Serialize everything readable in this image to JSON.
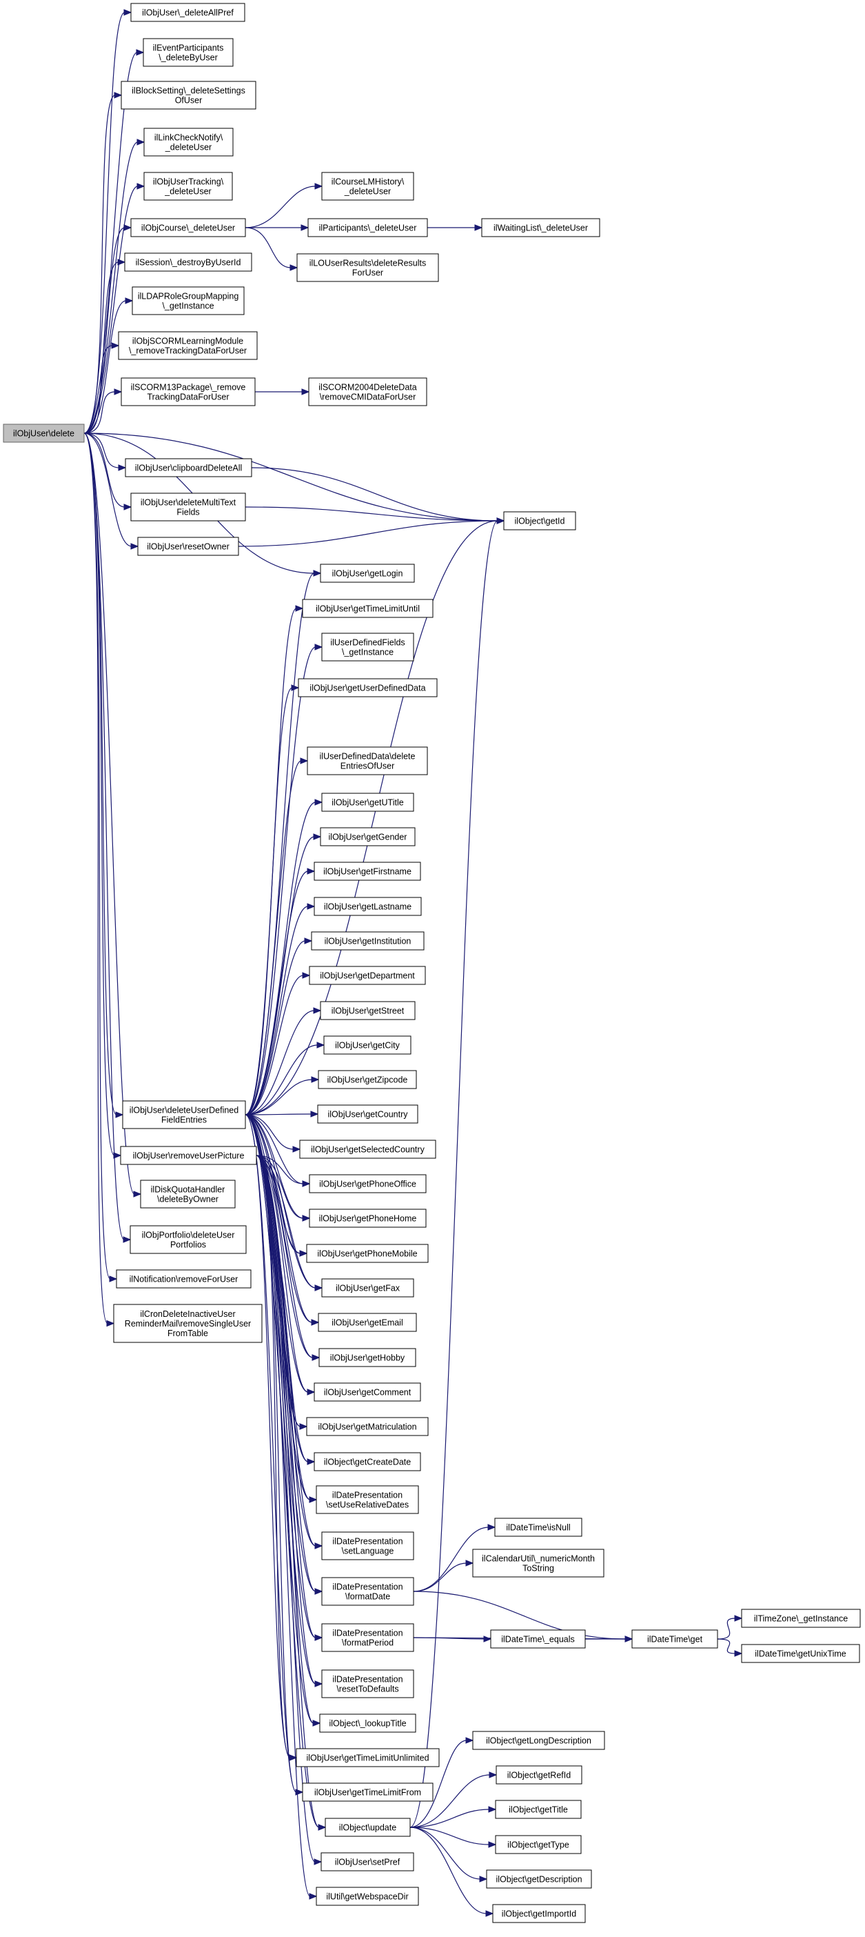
{
  "colors": {
    "edge": "#191970",
    "node_fill": "#ffffff",
    "node_stroke": "#000000",
    "root_fill": "#bfbfbf",
    "root_stroke": "#666666"
  },
  "nodes": [
    {
      "id": "root",
      "lines": [
        "ilObjUser\\delete"
      ],
      "root": true
    },
    {
      "id": "deleteAllPref",
      "lines": [
        "ilObjUser\\_deleteAllPref"
      ]
    },
    {
      "id": "eventParticipants",
      "lines": [
        "ilEventParticipants",
        "\\_deleteByUser"
      ]
    },
    {
      "id": "blockSetting",
      "lines": [
        "ilBlockSetting\\_deleteSettings",
        "OfUser"
      ]
    },
    {
      "id": "linkCheckNotify",
      "lines": [
        "ilLinkCheckNotify\\",
        "_deleteUser"
      ]
    },
    {
      "id": "objUserTracking",
      "lines": [
        "ilObjUserTracking\\",
        "_deleteUser"
      ]
    },
    {
      "id": "objCourseDeleteUser",
      "lines": [
        "ilObjCourse\\_deleteUser"
      ]
    },
    {
      "id": "courseLMHistory",
      "lines": [
        "ilCourseLMHistory\\",
        "_deleteUser"
      ]
    },
    {
      "id": "participantsDeleteUser",
      "lines": [
        "ilParticipants\\_deleteUser"
      ]
    },
    {
      "id": "waitingListDeleteUser",
      "lines": [
        "ilWaitingList\\_deleteUser"
      ]
    },
    {
      "id": "loUserResults",
      "lines": [
        "ilLOUserResults\\deleteResults",
        "ForUser"
      ]
    },
    {
      "id": "sessionDestroy",
      "lines": [
        "ilSession\\_destroyByUserId"
      ]
    },
    {
      "id": "ldapRoleGroup",
      "lines": [
        "ilLDAPRoleGroupMapping",
        "\\_getInstance"
      ]
    },
    {
      "id": "scormLearningModule",
      "lines": [
        "ilObjSCORMLearningModule",
        "\\_removeTrackingDataForUser"
      ]
    },
    {
      "id": "scorm13Package",
      "lines": [
        "ilSCORM13Package\\_remove",
        "TrackingDataForUser"
      ]
    },
    {
      "id": "scorm2004DeleteData",
      "lines": [
        "ilSCORM2004DeleteData",
        "\\removeCMIDataForUser"
      ]
    },
    {
      "id": "clipboardDeleteAll",
      "lines": [
        "ilObjUser\\clipboardDeleteAll"
      ]
    },
    {
      "id": "deleteMultiText",
      "lines": [
        "ilObjUser\\deleteMultiText",
        "Fields"
      ]
    },
    {
      "id": "resetOwner",
      "lines": [
        "ilObjUser\\resetOwner"
      ]
    },
    {
      "id": "objectGetId",
      "lines": [
        "ilObject\\getId"
      ]
    },
    {
      "id": "getLogin",
      "lines": [
        "ilObjUser\\getLogin"
      ]
    },
    {
      "id": "getTimeLimitUntil",
      "lines": [
        "ilObjUser\\getTimeLimitUntil"
      ]
    },
    {
      "id": "userDefinedFields",
      "lines": [
        "ilUserDefinedFields",
        "\\_getInstance"
      ]
    },
    {
      "id": "getUserDefinedData",
      "lines": [
        "ilObjUser\\getUserDefinedData"
      ]
    },
    {
      "id": "userDefinedDataDelete",
      "lines": [
        "ilUserDefinedData\\delete",
        "EntriesOfUser"
      ]
    },
    {
      "id": "getUTitle",
      "lines": [
        "ilObjUser\\getUTitle"
      ]
    },
    {
      "id": "getGender",
      "lines": [
        "ilObjUser\\getGender"
      ]
    },
    {
      "id": "getFirstname",
      "lines": [
        "ilObjUser\\getFirstname"
      ]
    },
    {
      "id": "getLastname",
      "lines": [
        "ilObjUser\\getLastname"
      ]
    },
    {
      "id": "getInstitution",
      "lines": [
        "ilObjUser\\getInstitution"
      ]
    },
    {
      "id": "getDepartment",
      "lines": [
        "ilObjUser\\getDepartment"
      ]
    },
    {
      "id": "getStreet",
      "lines": [
        "ilObjUser\\getStreet"
      ]
    },
    {
      "id": "getCity",
      "lines": [
        "ilObjUser\\getCity"
      ]
    },
    {
      "id": "getZipcode",
      "lines": [
        "ilObjUser\\getZipcode"
      ]
    },
    {
      "id": "getCountry",
      "lines": [
        "ilObjUser\\getCountry"
      ]
    },
    {
      "id": "getSelectedCountry",
      "lines": [
        "ilObjUser\\getSelectedCountry"
      ]
    },
    {
      "id": "getPhoneOffice",
      "lines": [
        "ilObjUser\\getPhoneOffice"
      ]
    },
    {
      "id": "getPhoneHome",
      "lines": [
        "ilObjUser\\getPhoneHome"
      ]
    },
    {
      "id": "getPhoneMobile",
      "lines": [
        "ilObjUser\\getPhoneMobile"
      ]
    },
    {
      "id": "getFax",
      "lines": [
        "ilObjUser\\getFax"
      ]
    },
    {
      "id": "getEmail",
      "lines": [
        "ilObjUser\\getEmail"
      ]
    },
    {
      "id": "getHobby",
      "lines": [
        "ilObjUser\\getHobby"
      ]
    },
    {
      "id": "getComment",
      "lines": [
        "ilObjUser\\getComment"
      ]
    },
    {
      "id": "getMatriculation",
      "lines": [
        "ilObjUser\\getMatriculation"
      ]
    },
    {
      "id": "getCreateDate",
      "lines": [
        "ilObject\\getCreateDate"
      ]
    },
    {
      "id": "setUseRelativeDates",
      "lines": [
        "ilDatePresentation",
        "\\setUseRelativeDates"
      ]
    },
    {
      "id": "setLanguage",
      "lines": [
        "ilDatePresentation",
        "\\setLanguage"
      ]
    },
    {
      "id": "formatDate",
      "lines": [
        "ilDatePresentation",
        "\\formatDate"
      ]
    },
    {
      "id": "formatPeriod",
      "lines": [
        "ilDatePresentation",
        "\\formatPeriod"
      ]
    },
    {
      "id": "resetToDefaults",
      "lines": [
        "ilDatePresentation",
        "\\resetToDefaults"
      ]
    },
    {
      "id": "lookupTitle",
      "lines": [
        "ilObject\\_lookupTitle"
      ]
    },
    {
      "id": "getTimeLimitUnlimited",
      "lines": [
        "ilObjUser\\getTimeLimitUnlimited"
      ]
    },
    {
      "id": "getTimeLimitFrom",
      "lines": [
        "ilObjUser\\getTimeLimitFrom"
      ]
    },
    {
      "id": "objectUpdate",
      "lines": [
        "ilObject\\update"
      ]
    },
    {
      "id": "setPref",
      "lines": [
        "ilObjUser\\setPref"
      ]
    },
    {
      "id": "getWebspaceDir",
      "lines": [
        "ilUtil\\getWebspaceDir"
      ]
    },
    {
      "id": "deleteUserDefinedFieldEntries",
      "lines": [
        "ilObjUser\\deleteUserDefined",
        "FieldEntries"
      ]
    },
    {
      "id": "removeUserPicture",
      "lines": [
        "ilObjUser\\removeUserPicture"
      ]
    },
    {
      "id": "diskQuota",
      "lines": [
        "ilDiskQuotaHandler",
        "\\deleteByOwner"
      ]
    },
    {
      "id": "portfolioDelete",
      "lines": [
        "ilObjPortfolio\\deleteUser",
        "Portfolios"
      ]
    },
    {
      "id": "notificationRemove",
      "lines": [
        "ilNotification\\removeForUser"
      ]
    },
    {
      "id": "cronDeleteInactive",
      "lines": [
        "ilCronDeleteInactiveUser",
        "ReminderMail\\removeSingleUser",
        "FromTable"
      ]
    },
    {
      "id": "dateTimeIsNull",
      "lines": [
        "ilDateTime\\isNull"
      ]
    },
    {
      "id": "calendarNumericMonth",
      "lines": [
        "ilCalendarUtil\\_numericMonth",
        "ToString"
      ]
    },
    {
      "id": "dateTimeEquals",
      "lines": [
        "ilDateTime\\_equals"
      ]
    },
    {
      "id": "dateTimeGet",
      "lines": [
        "ilDateTime\\get"
      ]
    },
    {
      "id": "timeZoneGetInstance",
      "lines": [
        "ilTimeZone\\_getInstance"
      ]
    },
    {
      "id": "dateTimeGetUnixTime",
      "lines": [
        "ilDateTime\\getUnixTime"
      ]
    },
    {
      "id": "getLongDescription",
      "lines": [
        "ilObject\\getLongDescription"
      ]
    },
    {
      "id": "getRefId",
      "lines": [
        "ilObject\\getRefId"
      ]
    },
    {
      "id": "getTitle",
      "lines": [
        "ilObject\\getTitle"
      ]
    },
    {
      "id": "getType",
      "lines": [
        "ilObject\\getType"
      ]
    },
    {
      "id": "getDescription",
      "lines": [
        "ilObject\\getDescription"
      ]
    },
    {
      "id": "getImportId",
      "lines": [
        "ilObject\\getImportId"
      ]
    }
  ],
  "edges": [
    [
      "root",
      "deleteAllPref"
    ],
    [
      "root",
      "eventParticipants"
    ],
    [
      "root",
      "blockSetting"
    ],
    [
      "root",
      "linkCheckNotify"
    ],
    [
      "root",
      "objUserTracking"
    ],
    [
      "root",
      "objCourseDeleteUser"
    ],
    [
      "root",
      "sessionDestroy"
    ],
    [
      "root",
      "ldapRoleGroup"
    ],
    [
      "root",
      "scormLearningModule"
    ],
    [
      "root",
      "scorm13Package"
    ],
    [
      "root",
      "clipboardDeleteAll"
    ],
    [
      "root",
      "deleteMultiText"
    ],
    [
      "root",
      "resetOwner"
    ],
    [
      "root",
      "objectGetId"
    ],
    [
      "root",
      "getLogin"
    ],
    [
      "root",
      "deleteUserDefinedFieldEntries"
    ],
    [
      "root",
      "removeUserPicture"
    ],
    [
      "root",
      "diskQuota"
    ],
    [
      "root",
      "portfolioDelete"
    ],
    [
      "root",
      "notificationRemove"
    ],
    [
      "root",
      "cronDeleteInactive"
    ],
    [
      "objCourseDeleteUser",
      "courseLMHistory"
    ],
    [
      "objCourseDeleteUser",
      "participantsDeleteUser"
    ],
    [
      "objCourseDeleteUser",
      "loUserResults"
    ],
    [
      "participantsDeleteUser",
      "waitingListDeleteUser"
    ],
    [
      "scorm13Package",
      "scorm2004DeleteData"
    ],
    [
      "clipboardDeleteAll",
      "objectGetId"
    ],
    [
      "deleteMultiText",
      "objectGetId"
    ],
    [
      "resetOwner",
      "objectGetId"
    ],
    [
      "deleteUserDefinedFieldEntries",
      "getLogin"
    ],
    [
      "deleteUserDefinedFieldEntries",
      "getTimeLimitUntil"
    ],
    [
      "deleteUserDefinedFieldEntries",
      "userDefinedFields"
    ],
    [
      "deleteUserDefinedFieldEntries",
      "getUserDefinedData"
    ],
    [
      "deleteUserDefinedFieldEntries",
      "objectGetId"
    ],
    [
      "deleteUserDefinedFieldEntries",
      "userDefinedDataDelete"
    ],
    [
      "deleteUserDefinedFieldEntries",
      "getUTitle"
    ],
    [
      "deleteUserDefinedFieldEntries",
      "getGender"
    ],
    [
      "deleteUserDefinedFieldEntries",
      "getFirstname"
    ],
    [
      "deleteUserDefinedFieldEntries",
      "getLastname"
    ],
    [
      "deleteUserDefinedFieldEntries",
      "getInstitution"
    ],
    [
      "deleteUserDefinedFieldEntries",
      "getDepartment"
    ],
    [
      "deleteUserDefinedFieldEntries",
      "getStreet"
    ],
    [
      "deleteUserDefinedFieldEntries",
      "getCity"
    ],
    [
      "deleteUserDefinedFieldEntries",
      "getZipcode"
    ],
    [
      "deleteUserDefinedFieldEntries",
      "getCountry"
    ],
    [
      "deleteUserDefinedFieldEntries",
      "getSelectedCountry"
    ],
    [
      "deleteUserDefinedFieldEntries",
      "getPhoneOffice"
    ],
    [
      "deleteUserDefinedFieldEntries",
      "getPhoneHome"
    ],
    [
      "deleteUserDefinedFieldEntries",
      "getPhoneMobile"
    ],
    [
      "deleteUserDefinedFieldEntries",
      "getFax"
    ],
    [
      "deleteUserDefinedFieldEntries",
      "getEmail"
    ],
    [
      "deleteUserDefinedFieldEntries",
      "getHobby"
    ],
    [
      "deleteUserDefinedFieldEntries",
      "getComment"
    ],
    [
      "deleteUserDefinedFieldEntries",
      "getMatriculation"
    ],
    [
      "deleteUserDefinedFieldEntries",
      "getCreateDate"
    ],
    [
      "deleteUserDefinedFieldEntries",
      "setUseRelativeDates"
    ],
    [
      "deleteUserDefinedFieldEntries",
      "setLanguage"
    ],
    [
      "deleteUserDefinedFieldEntries",
      "formatDate"
    ],
    [
      "deleteUserDefinedFieldEntries",
      "formatPeriod"
    ],
    [
      "deleteUserDefinedFieldEntries",
      "resetToDefaults"
    ],
    [
      "deleteUserDefinedFieldEntries",
      "lookupTitle"
    ],
    [
      "deleteUserDefinedFieldEntries",
      "getTimeLimitUnlimited"
    ],
    [
      "deleteUserDefinedFieldEntries",
      "getTimeLimitFrom"
    ],
    [
      "deleteUserDefinedFieldEntries",
      "objectUpdate"
    ],
    [
      "removeUserPicture",
      "getPhoneOffice"
    ],
    [
      "removeUserPicture",
      "getPhoneHome"
    ],
    [
      "removeUserPicture",
      "getPhoneMobile"
    ],
    [
      "removeUserPicture",
      "getFax"
    ],
    [
      "removeUserPicture",
      "getEmail"
    ],
    [
      "removeUserPicture",
      "getHobby"
    ],
    [
      "removeUserPicture",
      "getComment"
    ],
    [
      "removeUserPicture",
      "getMatriculation"
    ],
    [
      "removeUserPicture",
      "getCreateDate"
    ],
    [
      "removeUserPicture",
      "setUseRelativeDates"
    ],
    [
      "removeUserPicture",
      "setLanguage"
    ],
    [
      "removeUserPicture",
      "formatDate"
    ],
    [
      "removeUserPicture",
      "formatPeriod"
    ],
    [
      "removeUserPicture",
      "resetToDefaults"
    ],
    [
      "removeUserPicture",
      "lookupTitle"
    ],
    [
      "removeUserPicture",
      "getTimeLimitUnlimited"
    ],
    [
      "removeUserPicture",
      "getTimeLimitFrom"
    ],
    [
      "removeUserPicture",
      "objectUpdate"
    ],
    [
      "removeUserPicture",
      "setPref"
    ],
    [
      "removeUserPicture",
      "getWebspaceDir"
    ],
    [
      "formatDate",
      "dateTimeIsNull"
    ],
    [
      "formatDate",
      "calendarNumericMonth"
    ],
    [
      "formatDate",
      "dateTimeGet"
    ],
    [
      "formatPeriod",
      "dateTimeEquals"
    ],
    [
      "formatPeriod",
      "dateTimeGet"
    ],
    [
      "dateTimeEquals",
      "dateTimeGet"
    ],
    [
      "dateTimeGet",
      "timeZoneGetInstance"
    ],
    [
      "dateTimeGet",
      "dateTimeGetUnixTime"
    ],
    [
      "objectUpdate",
      "objectGetId"
    ],
    [
      "objectUpdate",
      "getLongDescription"
    ],
    [
      "objectUpdate",
      "getRefId"
    ],
    [
      "objectUpdate",
      "getTitle"
    ],
    [
      "objectUpdate",
      "getType"
    ],
    [
      "objectUpdate",
      "getDescription"
    ],
    [
      "objectUpdate",
      "getImportId"
    ]
  ]
}
